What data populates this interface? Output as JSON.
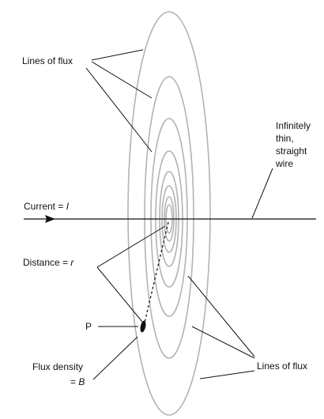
{
  "labels": {
    "flux_lines_top": "Lines of flux",
    "wire_line1": "Infinitely",
    "wire_line2": "thin,",
    "wire_line3": "straight",
    "wire_line4": "wire",
    "current_prefix": "Current = ",
    "current_symbol": "I",
    "distance_prefix": "Distance = ",
    "distance_symbol": "r",
    "point": "P",
    "flux_density_line1": "Flux density",
    "flux_density_prefix": "= ",
    "flux_density_symbol": "B",
    "flux_lines_bottom": "Lines of flux"
  },
  "colors": {
    "rings": "#b3b3b3",
    "lines": "#111111"
  }
}
